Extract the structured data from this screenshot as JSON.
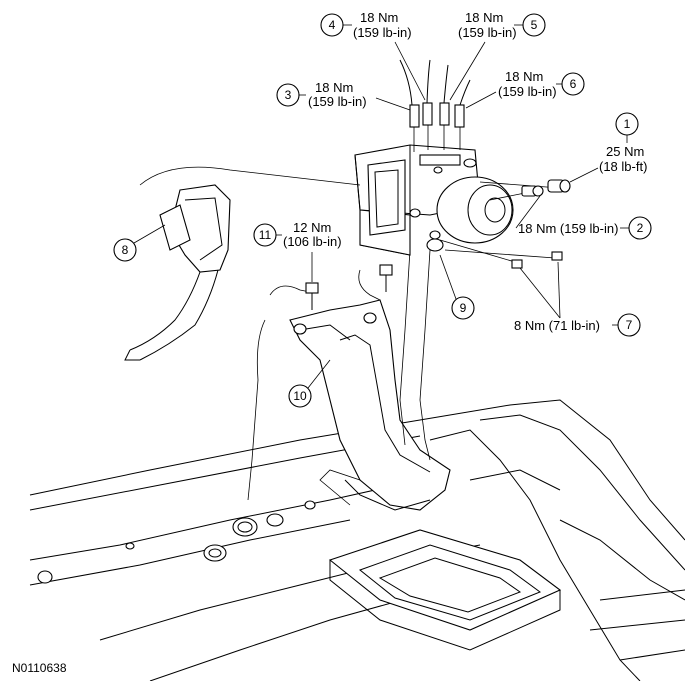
{
  "figure_id": "N0110638",
  "callouts": [
    {
      "num": "1",
      "text": [
        "25 Nm",
        "(18 lb-ft)"
      ]
    },
    {
      "num": "2",
      "text": [
        "18 Nm (159 lb-in)"
      ]
    },
    {
      "num": "3",
      "text": [
        "18 Nm",
        "(159 lb-in)"
      ]
    },
    {
      "num": "4",
      "text": [
        "18 Nm",
        "(159 lb-in)"
      ]
    },
    {
      "num": "5",
      "text": [
        "18 Nm",
        "(159 lb-in)"
      ]
    },
    {
      "num": "6",
      "text": [
        "18 Nm",
        "(159 lb-in)"
      ]
    },
    {
      "num": "7",
      "text": [
        "8 Nm (71 lb-in)"
      ]
    },
    {
      "num": "8",
      "text": []
    },
    {
      "num": "9",
      "text": []
    },
    {
      "num": "10",
      "text": []
    },
    {
      "num": "11",
      "text": [
        "12 Nm",
        "(106 lb-in)"
      ]
    }
  ]
}
